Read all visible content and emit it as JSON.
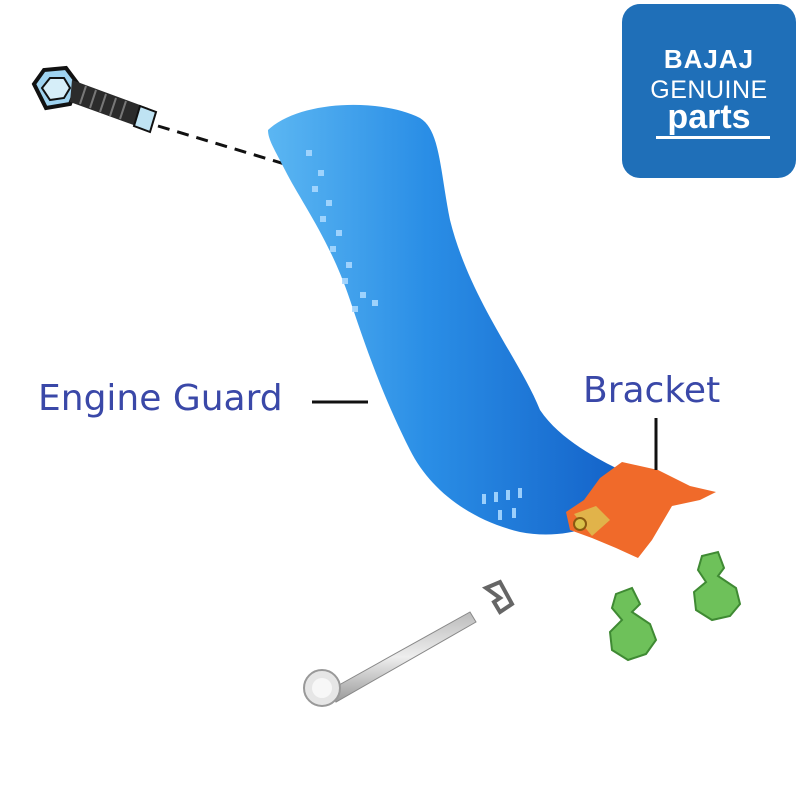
{
  "labels": {
    "engine_guard": "Engine Guard",
    "bracket": "Bracket"
  },
  "logo": {
    "line1": "BAJAJ",
    "line2": "GENUINE",
    "line3": "parts"
  },
  "colors": {
    "label_text": "#3a48a8",
    "logo_bg": "#1f6fb8",
    "guard": "#2a8ee6",
    "bracket": "#f06a2a",
    "bolt": "#2b2b2b",
    "grommet": "#6ec15a"
  }
}
